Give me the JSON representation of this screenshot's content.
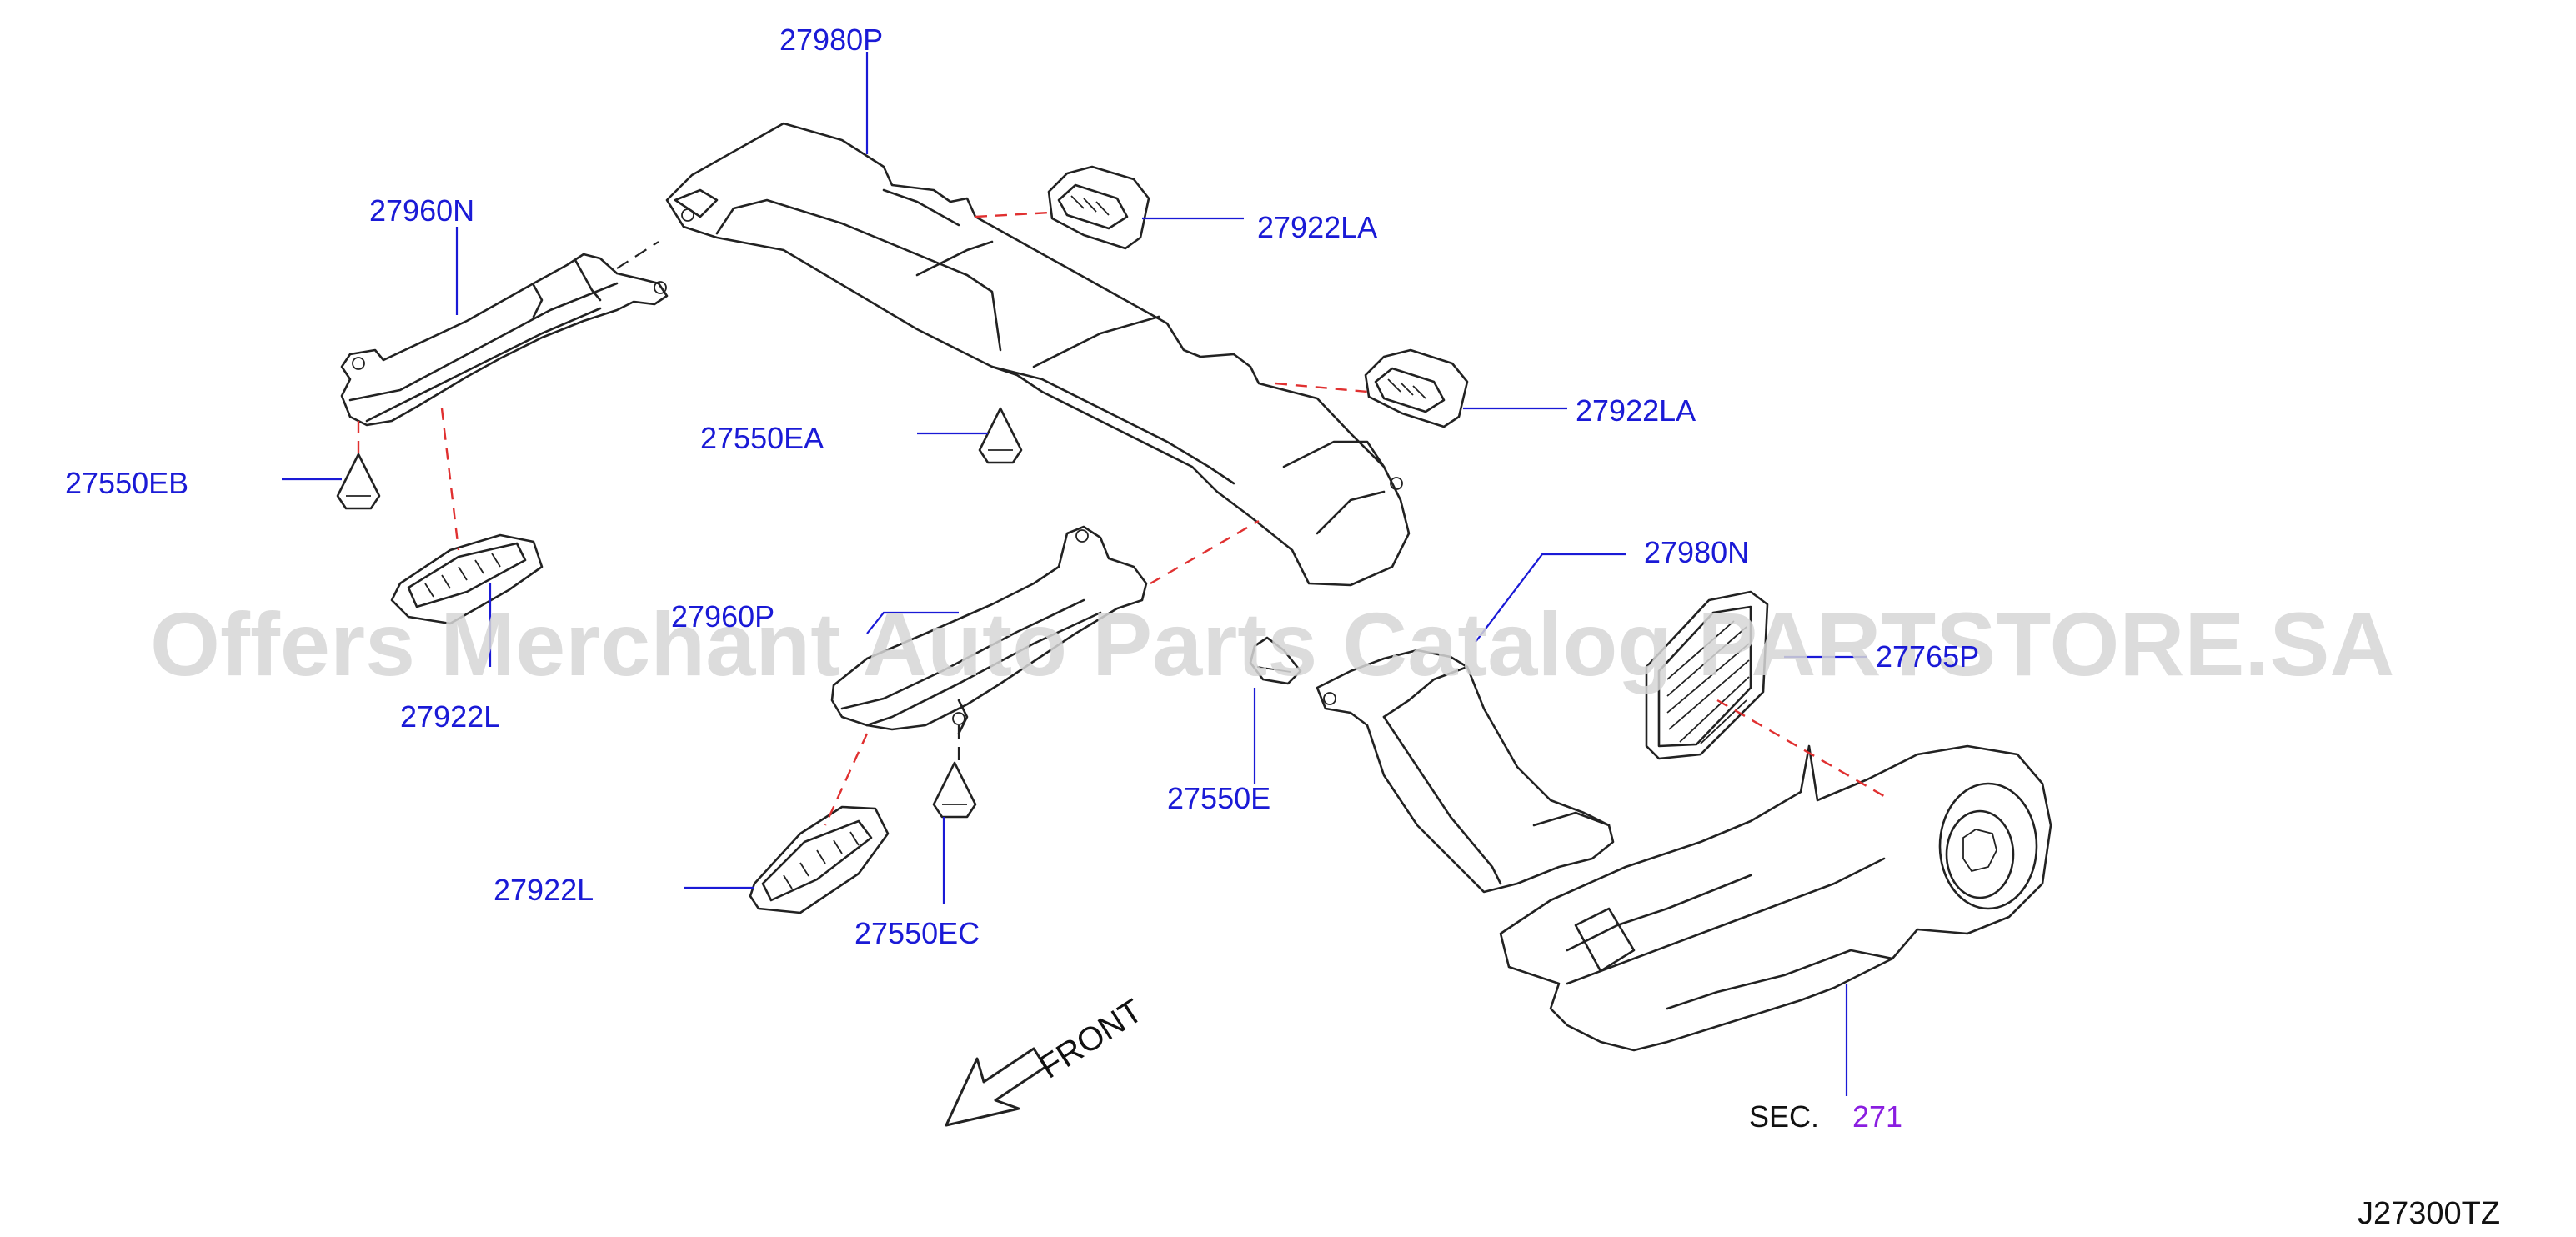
{
  "labels": {
    "p27980P": "27980P",
    "p27960N": "27960N",
    "p27922LA_top": "27922LA",
    "p27922LA_mid": "27922LA",
    "p27550EA": "27550EA",
    "p27550EB": "27550EB",
    "p27960P": "27960P",
    "p27922L_left": "27922L",
    "p27980N": "27980N",
    "p27765P": "27765P",
    "p27550E": "27550E",
    "p27922L_low": "27922L",
    "p27550EC": "27550EC",
    "sec_prefix": "SEC.",
    "sec_number": "271"
  },
  "front_label": "FRONT",
  "diagram_code": "J27300TZ",
  "watermark": "Offers Merchant Auto Parts Catalog PARTSTORE.SA",
  "colors": {
    "label": "#1a1ad6",
    "section_link": "#8a1ee0",
    "guide_dash": "#e03030",
    "line_art": "#222222",
    "watermark": "#d6d6d6"
  }
}
